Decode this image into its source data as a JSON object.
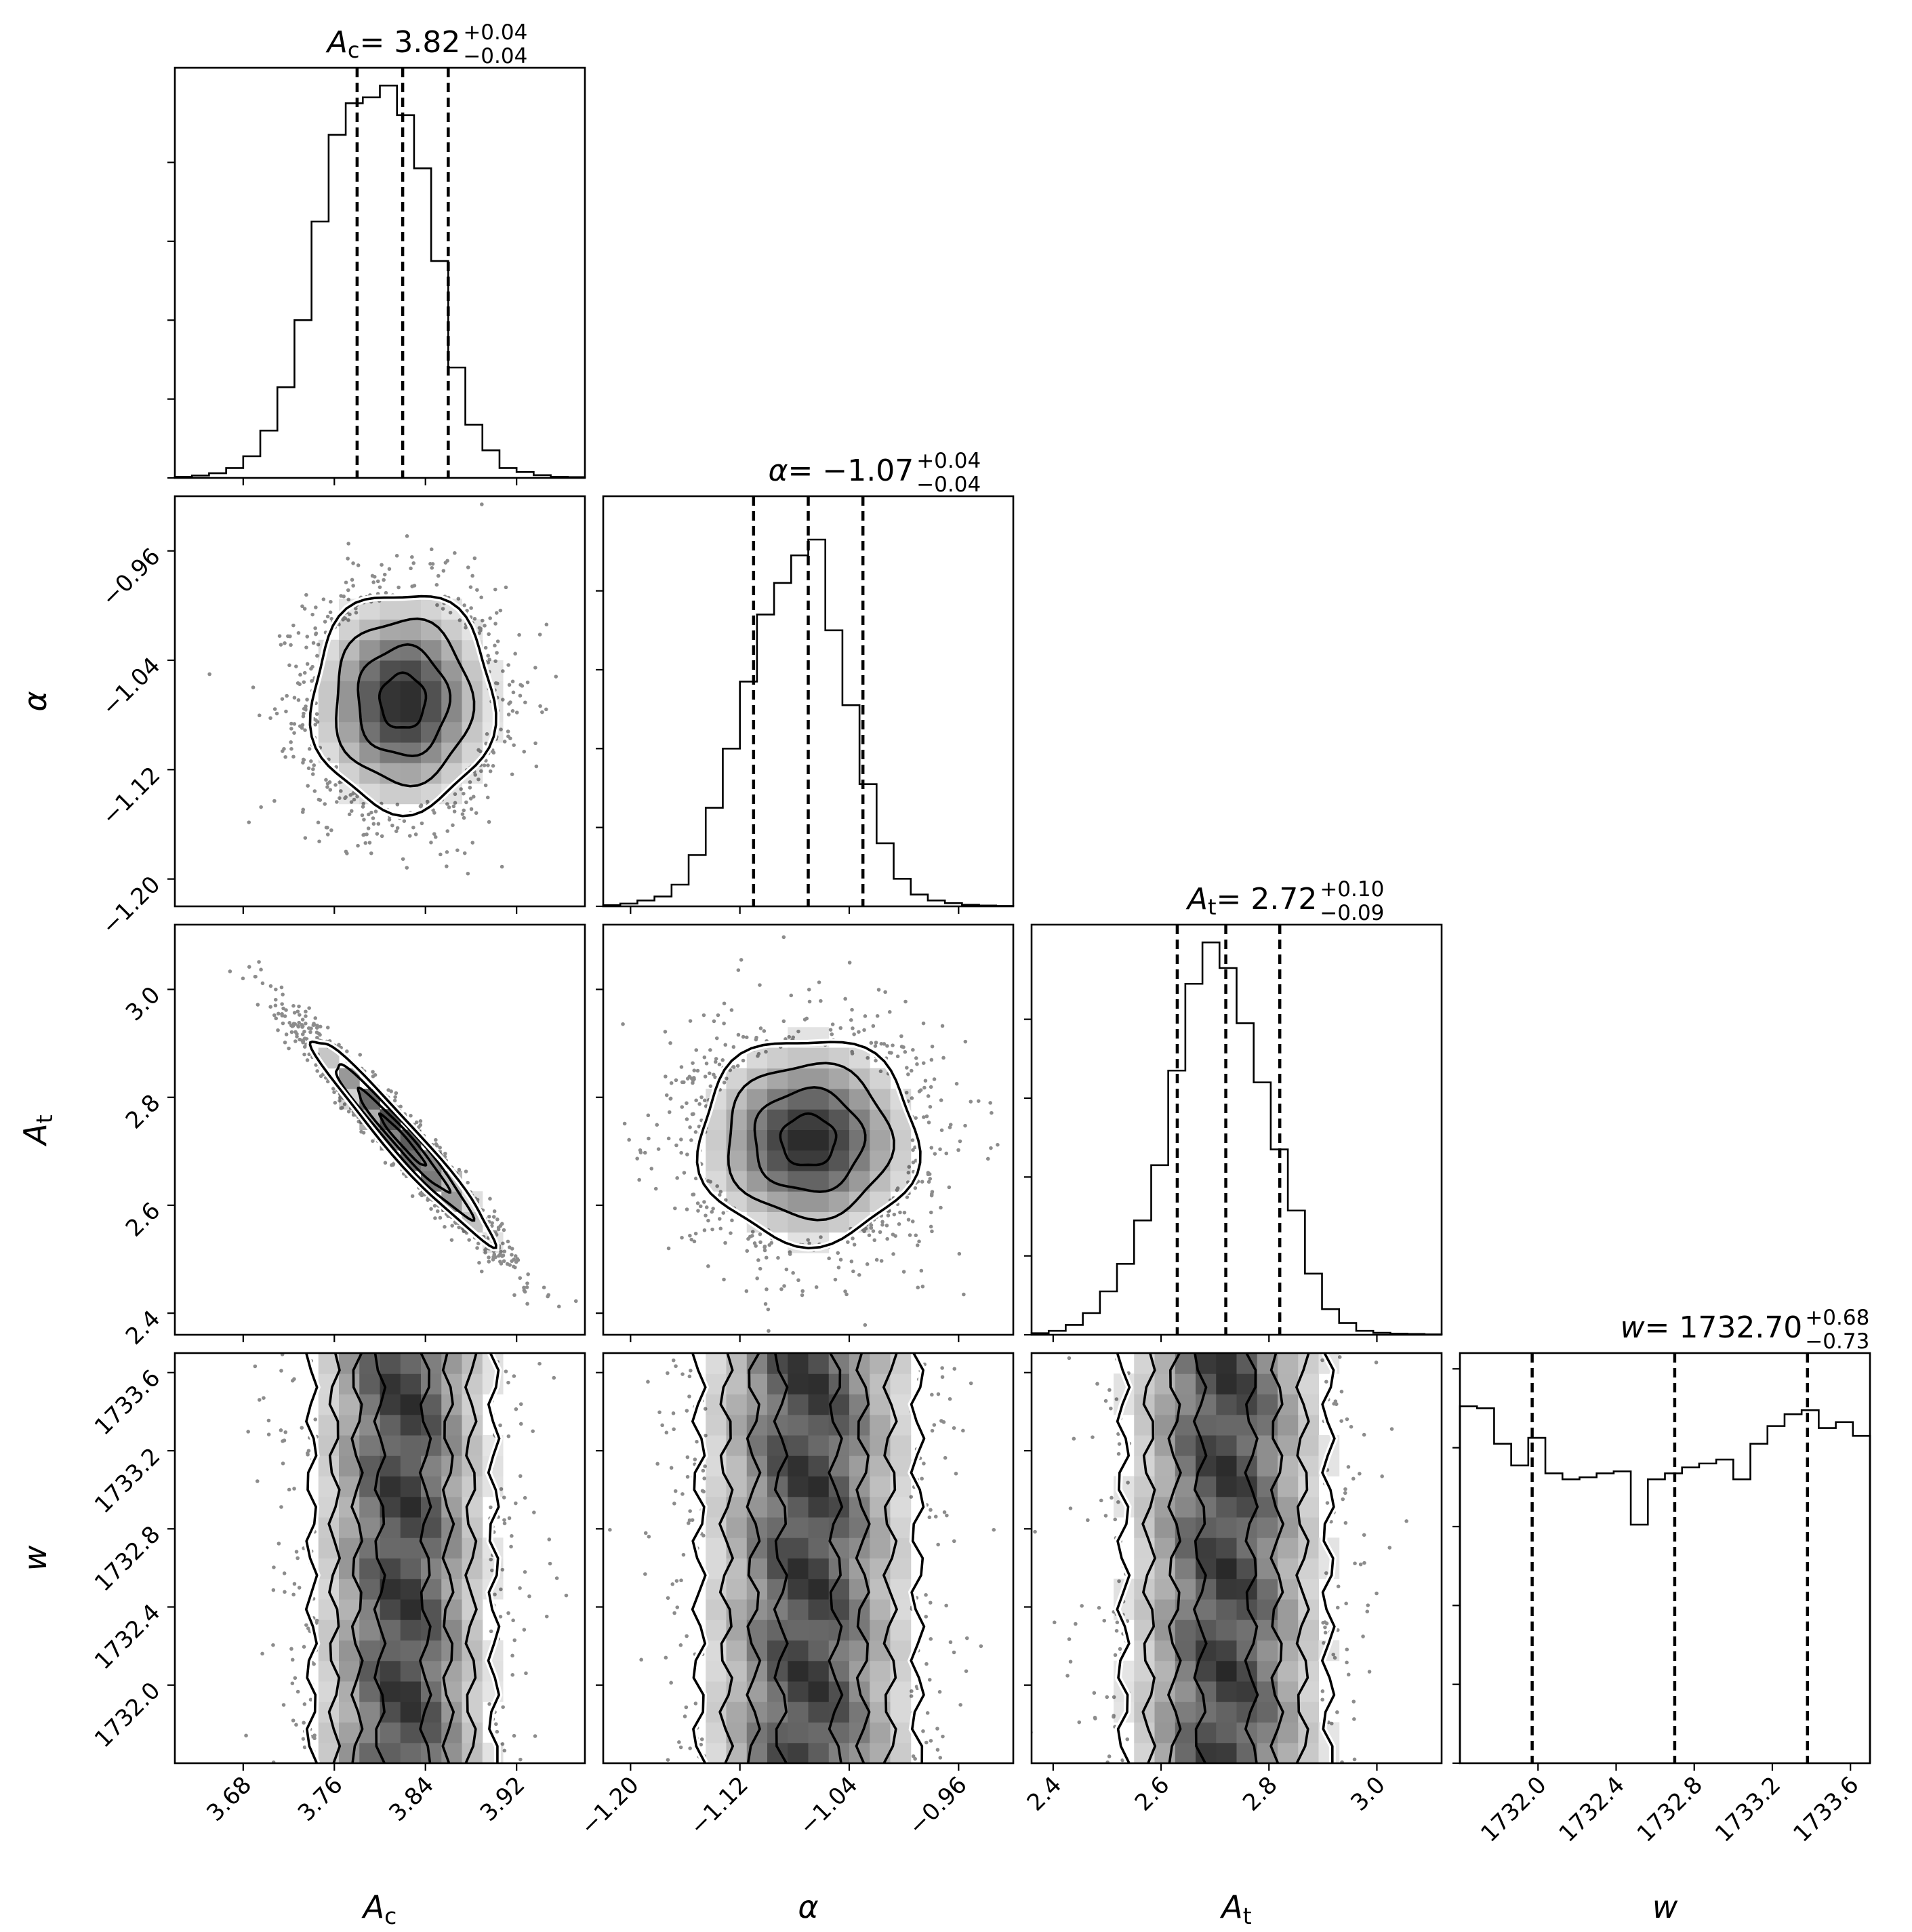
{
  "chart_data": {
    "type": "corner",
    "params": [
      {
        "key": "Ac",
        "symbol": "A",
        "sub": "c",
        "italic": true,
        "median": "3.82",
        "plus": "+0.04",
        "minus": "−0.04",
        "median_value": 3.82,
        "sigma_plus": 0.04,
        "sigma_minus": 0.04,
        "lim": [
          3.62,
          3.98
        ],
        "ticks": [
          3.68,
          3.76,
          3.84,
          3.92
        ],
        "tick_labels": [
          "3.68",
          "3.76",
          "3.84",
          "3.92"
        ],
        "hist_ticks": [
          0,
          20,
          40,
          60,
          80
        ],
        "hist_ylim": [
          0,
          100
        ],
        "hist": {
          "edges": [
            3.62,
            3.635,
            3.65,
            3.665,
            3.68,
            3.695,
            3.71,
            3.725,
            3.74,
            3.755,
            3.77,
            3.785,
            3.8,
            3.815,
            3.83,
            3.845,
            3.86,
            3.875,
            3.89,
            3.905,
            3.92,
            3.935,
            3.95,
            3.965,
            3.98
          ],
          "counts": [
            0.3,
            0.6,
            1.2,
            2.5,
            5.5,
            12.0,
            23.0,
            40.0,
            65.0,
            87.0,
            95.0,
            96.5,
            99.5,
            92.0,
            78.5,
            55.0,
            28.0,
            13.5,
            7.0,
            2.5,
            1.5,
            0.7,
            0.3,
            0.2
          ]
        }
      },
      {
        "key": "alpha",
        "symbol": "α",
        "sub": "",
        "italic": true,
        "median": "−1.07",
        "plus": "+0.04",
        "minus": "−0.04",
        "median_value": -1.07,
        "sigma_plus": 0.04,
        "sigma_minus": 0.04,
        "lim": [
          -1.22,
          -0.92
        ],
        "ticks": [
          -1.2,
          -1.12,
          -1.04,
          -0.96
        ],
        "tick_labels": [
          "−1.20",
          "−1.12",
          "−1.04",
          "−0.96"
        ],
        "hist_ticks": [
          0,
          20,
          40,
          60,
          80
        ],
        "hist_ylim": [
          0,
          100
        ],
        "hist": {
          "edges": [
            -1.22,
            -1.2075,
            -1.195,
            -1.1825,
            -1.17,
            -1.1575,
            -1.145,
            -1.1325,
            -1.12,
            -1.1075,
            -1.095,
            -1.0825,
            -1.07,
            -1.0575,
            -1.045,
            -1.0325,
            -1.02,
            -1.0075,
            -0.995,
            -0.9825,
            -0.97,
            -0.9575,
            -0.945,
            -0.9325,
            -0.92
          ],
          "counts": [
            0.3,
            0.7,
            1.5,
            2.5,
            5.5,
            13.0,
            25.0,
            40.0,
            57.0,
            74.0,
            82.0,
            89.0,
            93.0,
            70.0,
            51.0,
            31.0,
            16.0,
            7.0,
            3.0,
            1.5,
            0.8,
            0.4,
            0.2,
            0.1
          ]
        }
      },
      {
        "key": "At",
        "symbol": "A",
        "sub": "t",
        "italic": true,
        "median": "2.72",
        "plus": "+0.10",
        "minus": "−0.09",
        "median_value": 2.72,
        "sigma_plus": 0.1,
        "sigma_minus": 0.09,
        "lim": [
          2.36,
          3.12
        ],
        "ticks": [
          2.4,
          2.6,
          2.8,
          3.0
        ],
        "tick_labels": [
          "2.4",
          "2.6",
          "2.8",
          "3.0"
        ],
        "hist_ticks": [
          0,
          20,
          40,
          60,
          80
        ],
        "hist_ylim": [
          0,
          100
        ],
        "hist": {
          "edges": [
            2.36,
            2.3917,
            2.4233,
            2.455,
            2.4867,
            2.5183,
            2.55,
            2.5817,
            2.6133,
            2.645,
            2.6767,
            2.7083,
            2.74,
            2.7717,
            2.8033,
            2.835,
            2.8667,
            2.8983,
            2.93,
            2.9617,
            2.9933,
            3.025,
            3.0567,
            3.0883,
            3.12
          ],
          "counts": [
            0.4,
            1.0,
            2.5,
            5.5,
            11.0,
            18.0,
            29.0,
            43.0,
            67.0,
            89.0,
            99.5,
            93.0,
            79.0,
            64.0,
            47.0,
            31.5,
            15.5,
            6.5,
            3.0,
            1.0,
            0.5,
            0.3,
            0.2,
            0.1
          ]
        }
      },
      {
        "key": "w",
        "symbol": "w",
        "sub": "",
        "italic": true,
        "median": "1732.70",
        "plus": "+0.68",
        "minus": "−0.73",
        "median_value": 1732.7,
        "sigma_plus": 0.68,
        "sigma_minus": 0.73,
        "lim": [
          1731.6,
          1733.7
        ],
        "ticks": [
          1732.0,
          1732.4,
          1732.8,
          1733.2,
          1733.6
        ],
        "tick_labels": [
          "1732.0",
          "1732.4",
          "1732.8",
          "1733.2",
          "1733.6"
        ],
        "hist_ticks": [
          0,
          20,
          40,
          60,
          80,
          100
        ],
        "hist_ylim": [
          0,
          100
        ],
        "hist": {
          "edges": [
            1731.6,
            1731.6875,
            1731.775,
            1731.8625,
            1731.95,
            1732.0375,
            1732.125,
            1732.2125,
            1732.3,
            1732.3875,
            1732.475,
            1732.5625,
            1732.65,
            1732.7375,
            1732.825,
            1732.9125,
            1733.0,
            1733.0875,
            1733.175,
            1733.2625,
            1733.35,
            1733.4375,
            1733.525,
            1733.6125,
            1733.7
          ],
          "counts": [
            90.5,
            90.0,
            81.0,
            75.5,
            82.5,
            73.5,
            72.0,
            72.5,
            73.5,
            74.0,
            60.5,
            72.0,
            73.5,
            75.0,
            76.0,
            77.0,
            72.0,
            81.0,
            85.5,
            88.5,
            89.5,
            85.0,
            86.5,
            83.0
          ]
        }
      }
    ],
    "correlations": {
      "Ac|alpha": 0.0,
      "Ac|At": -0.97,
      "alpha|At": 0.0,
      "Ac|w": 0.0,
      "alpha|w": 0.0,
      "At|w": 0.0
    },
    "contour_levels": [
      "0.5σ",
      "1σ",
      "1.5σ",
      "2σ"
    ],
    "quantiles": [
      0.16,
      0.5,
      0.84
    ],
    "grid": false,
    "colors": {
      "line": "#000000",
      "background": "#ffffff"
    }
  }
}
